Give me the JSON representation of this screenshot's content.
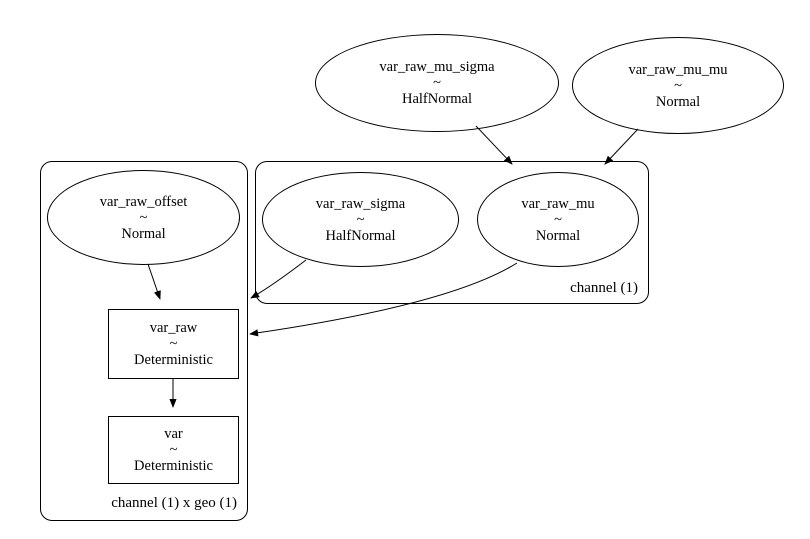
{
  "diagram": {
    "type": "graphviz-model-graph",
    "background_color": "#ffffff",
    "stroke_color": "#000000",
    "nodes": [
      {
        "id": "var_raw_mu_sigma",
        "label": "var_raw_mu_sigma",
        "tilde": "~",
        "dist": "HalfNormal",
        "shape": "ellipse"
      },
      {
        "id": "var_raw_mu_mu",
        "label": "var_raw_mu_mu",
        "tilde": "~",
        "dist": "Normal",
        "shape": "ellipse"
      },
      {
        "id": "var_raw_offset",
        "label": "var_raw_offset",
        "tilde": "~",
        "dist": "Normal",
        "shape": "ellipse"
      },
      {
        "id": "var_raw_sigma",
        "label": "var_raw_sigma",
        "tilde": "~",
        "dist": "HalfNormal",
        "shape": "ellipse"
      },
      {
        "id": "var_raw_mu",
        "label": "var_raw_mu",
        "tilde": "~",
        "dist": "Normal",
        "shape": "ellipse"
      },
      {
        "id": "var_raw",
        "label": "var_raw",
        "tilde": "~",
        "dist": "Deterministic",
        "shape": "rect"
      },
      {
        "id": "var",
        "label": "var",
        "tilde": "~",
        "dist": "Deterministic",
        "shape": "rect"
      }
    ],
    "plates": [
      {
        "id": "channel",
        "label": "channel (1)"
      },
      {
        "id": "channel_x_geo",
        "label": "channel (1) x geo (1)"
      }
    ],
    "edges": [
      {
        "from": "var_raw_mu_sigma",
        "to": "var_raw_mu"
      },
      {
        "from": "var_raw_mu_mu",
        "to": "var_raw_mu"
      },
      {
        "from": "var_raw_offset",
        "to": "var_raw"
      },
      {
        "from": "var_raw_sigma",
        "to": "var_raw"
      },
      {
        "from": "var_raw_mu",
        "to": "var_raw"
      },
      {
        "from": "var_raw",
        "to": "var"
      }
    ]
  }
}
